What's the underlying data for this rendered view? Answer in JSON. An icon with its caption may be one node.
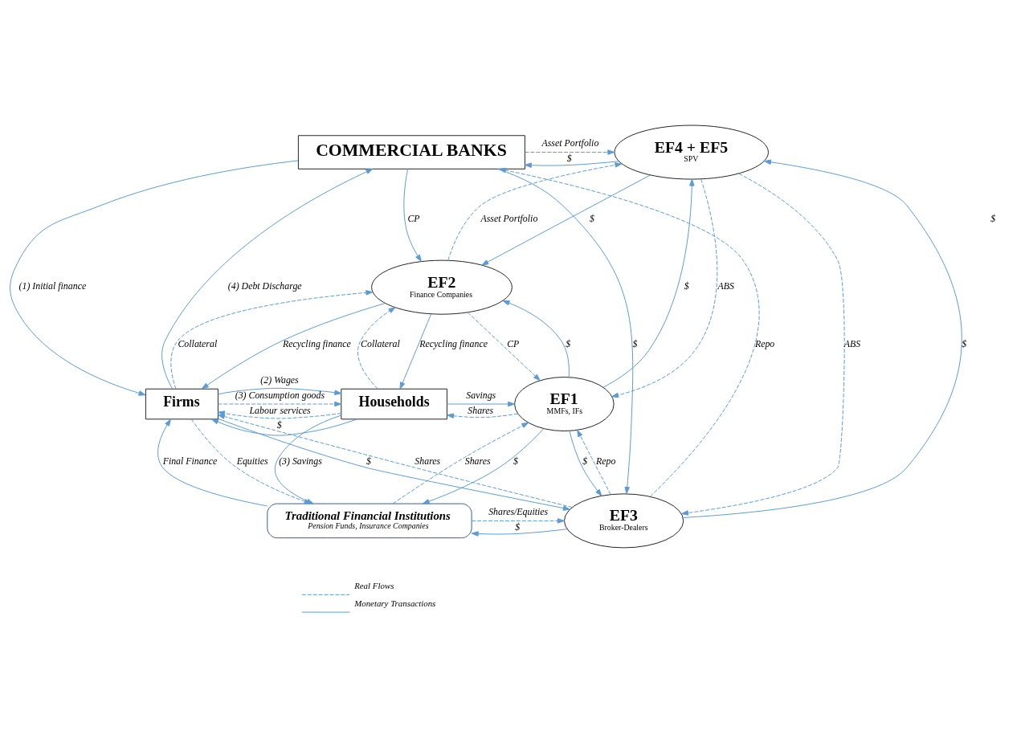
{
  "diagram": {
    "nodes": [
      {
        "text": [
          "COMMERCIAL BANKS"
        ]
      },
      {
        "text": [
          "EF4 + EF5",
          "SPV"
        ]
      },
      {
        "text": [
          "EF2",
          "Finance Companies"
        ]
      },
      {
        "text": [
          "Firms"
        ]
      },
      {
        "text": [
          "Households"
        ]
      },
      {
        "text": [
          "EF1",
          "MMFs, IFs"
        ]
      },
      {
        "text": [
          "Traditional Financial Institutions",
          "Pension Funds, Insurance Companies"
        ]
      },
      {
        "text": [
          "EF3",
          "Broker-Dealers"
        ]
      }
    ],
    "edges": [
      {
        "from": 0,
        "to": 7,
        "arrow": "to",
        "label": "$"
      },
      {
        "from": 7,
        "to": 0,
        "arrow": "to",
        "label": "Repo",
        "style": "dashed"
      },
      {
        "from": 1,
        "to": 0,
        "arrow": "to",
        "label": "$"
      },
      {
        "from": 0,
        "to": 1,
        "arrow": "to",
        "label": "Asset Portfolio",
        "style": "dashed"
      },
      {
        "from": 0,
        "to": 2,
        "arrow": "to",
        "label": "CP"
      },
      {
        "from": 1,
        "to": 2,
        "arrow": "to",
        "label": "$"
      },
      {
        "from": 2,
        "to": 1,
        "arrow": "to",
        "label": "Asset Portfolio",
        "style": "dashed"
      },
      {
        "from": 1,
        "to": 5,
        "arrow": "to",
        "label": "ABS",
        "style": "dashed"
      },
      {
        "from": 5,
        "to": 1,
        "arrow": "to",
        "label": "$"
      },
      {
        "from": 7,
        "to": 1,
        "arrow": "to",
        "label": "$"
      },
      {
        "from": 1,
        "to": 7,
        "arrow": "to",
        "label": "ABS",
        "style": "dashed"
      },
      {
        "from": 0,
        "to": 3,
        "arrow": "to",
        "label": "(1) Initial finance"
      },
      {
        "from": 3,
        "to": 0,
        "arrow": "to",
        "label": "(4) Debt Discharge"
      },
      {
        "from": 3,
        "to": 2,
        "arrow": "to",
        "label": "Collateral",
        "style": "dashed"
      },
      {
        "from": 2,
        "to": 3,
        "arrow": "to",
        "label": "Recycling finance"
      },
      {
        "from": 4,
        "to": 2,
        "arrow": "to",
        "label": "Collateral",
        "style": "dashed"
      },
      {
        "from": 2,
        "to": 4,
        "arrow": "to",
        "label": "Recycling finance"
      },
      {
        "from": 5,
        "to": 2,
        "arrow": "to",
        "label": "$"
      },
      {
        "from": 2,
        "to": 5,
        "arrow": "to",
        "label": "CP",
        "style": "dashed"
      },
      {
        "from": 4,
        "to": 3,
        "arrow": "to",
        "label": "Labour services",
        "style": "dashed"
      },
      {
        "from": 3,
        "to": 4,
        "arrow": "to",
        "label": "(2) Wages"
      },
      {
        "from": 3,
        "to": 4,
        "arrow": "to",
        "label": "(3) Consumption goods",
        "style": "dashed"
      },
      {
        "from": 4,
        "to": 3,
        "arrow": "to",
        "label": "$"
      },
      {
        "from": 4,
        "to": 5,
        "arrow": "to",
        "label": "Savings"
      },
      {
        "from": 5,
        "to": 4,
        "arrow": "to",
        "label": "Shares",
        "style": "dashed"
      },
      {
        "from": 4,
        "to": 6,
        "arrow": "to",
        "label": "(3) Savings"
      },
      {
        "from": 5,
        "to": 6,
        "arrow": "to",
        "label": "$"
      },
      {
        "from": 6,
        "to": 5,
        "arrow": "to",
        "label": "Shares",
        "style": "dashed"
      },
      {
        "from": 7,
        "to": 5,
        "arrow": "to",
        "label": "Repo",
        "style": "dashed"
      },
      {
        "from": 5,
        "to": 7,
        "arrow": "to",
        "label": "$"
      },
      {
        "from": 3,
        "to": 6,
        "arrow": "to",
        "label": "Equities",
        "style": "dashed"
      },
      {
        "from": 6,
        "to": 3,
        "arrow": "to",
        "label": "Final Finance"
      },
      {
        "from": 6,
        "to": 7,
        "arrow": "to",
        "label": "Shares/Equities",
        "style": "dashed"
      },
      {
        "from": 7,
        "to": 6,
        "arrow": "to",
        "label": "$"
      },
      {
        "from": 7,
        "to": 3,
        "arrow": "to",
        "label": "Shares",
        "style": "dashed"
      },
      {
        "from": 3,
        "to": 7,
        "arrow": "to",
        "label": "$"
      }
    ],
    "labels": [
      "$"
    ],
    "legend": [
      {
        "text": "Real Flows"
      },
      {
        "text": "Monetary Transactions"
      }
    ]
  }
}
